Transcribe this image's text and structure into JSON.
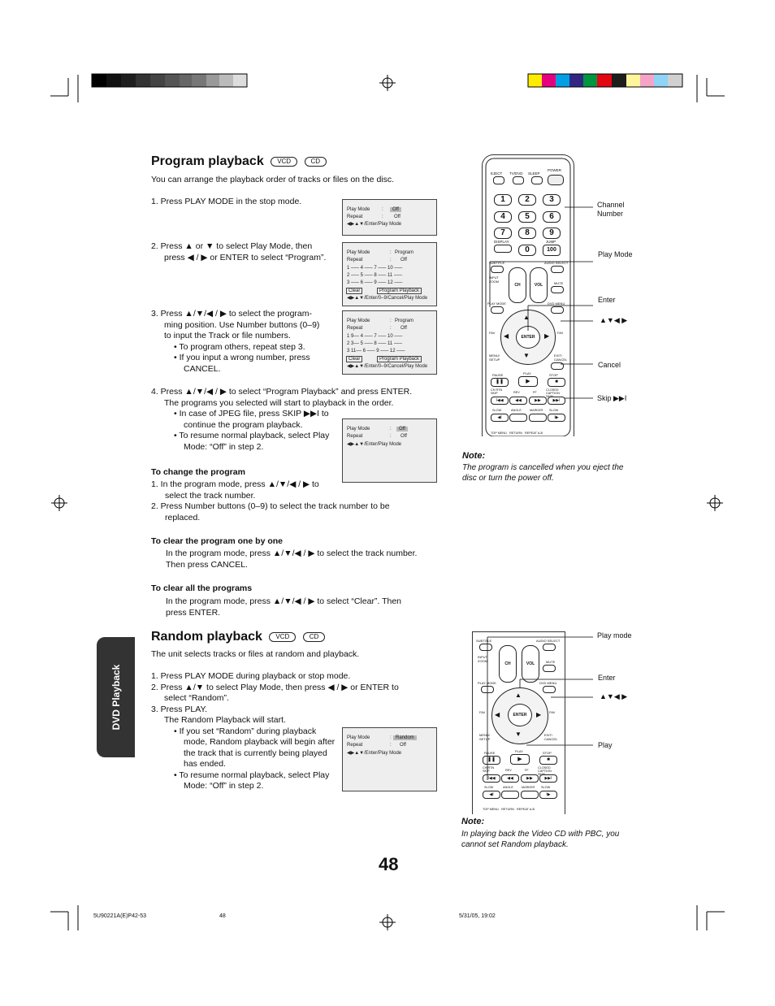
{
  "program": {
    "title": "Program playback",
    "badge_vcd": "VCD",
    "badge_cd": "CD",
    "intro": "You can arrange the playback order of tracks or files on the disc.",
    "step1": "1.  Press PLAY MODE in the stop mode.",
    "step2a": "2.  Press ▲ or ▼ to select Play Mode, then",
    "step2b": "press ◀ / ▶ or ENTER to select “Program”.",
    "step3a": "3.  Press ▲/▼/◀ / ▶ to select the program-",
    "step3b": "ming position. Use Number buttons (0–9)",
    "step3c": "to input the Track or file numbers.",
    "step3_bullet1": "•  To program others, repeat step 3.",
    "step3_bullet2a": "•  If you input a wrong number, press",
    "step3_bullet2b": "CANCEL.",
    "step4a": "4.  Press ▲/▼/◀ / ▶ to select “Program Playback” and press ENTER.",
    "step4b": "The programs you selected will start to playback in the order.",
    "step4_bullet1a": "•  In case of JPEG file, press SKIP ▶▶I to",
    "step4_bullet1b": "continue the program playback.",
    "step4_bullet2a": "•  To resume normal playback, select Play",
    "step4_bullet2b": "Mode: “Off” in step 2."
  },
  "change": {
    "heading": "To change the program",
    "l1a": "1.  In the program mode, press ▲/▼/◀ / ▶ to",
    "l1b": "select the track number.",
    "l2a": "2.  Press Number buttons (0–9) to select the track number to be",
    "l2b": "replaced."
  },
  "clear_one": {
    "heading": "To clear the program one by one",
    "l1": "In the program mode, press ▲/▼/◀ / ▶ to select the track number.",
    "l2": "Then press CANCEL."
  },
  "clear_all": {
    "heading": "To clear all the programs",
    "l1": "In the program mode, press ▲/▼/◀ / ▶ to select “Clear”. Then",
    "l2": "press ENTER."
  },
  "random": {
    "title": "Random playback",
    "badge_vcd": "VCD",
    "badge_cd": "CD",
    "intro": "The unit selects tracks or files at random and playback.",
    "step1": "1.  Press PLAY MODE during playback or stop mode.",
    "step2a": "2.  Press ▲/▼ to select Play Mode, then press ◀ / ▶ or ENTER to",
    "step2b": "select “Random”.",
    "step3a": "3.  Press PLAY.",
    "step3b": "The Random Playback will start.",
    "b1a": "•  If you set “Random” during playback",
    "b1b": "mode, Random playback will begin after",
    "b1c": "the track that is currently being played",
    "b1d": "has ended.",
    "b2a": "•  To resume normal playback, select Play",
    "b2b": "Mode: “Off” in step 2."
  },
  "osd": {
    "play_mode": "Play Mode",
    "repeat": "Repeat",
    "colon": ":",
    "off": "Off",
    "program": "Program",
    "random": "Random",
    "nav1": "◀▶▲▼/Enter/Play Mode",
    "nav2": "◀▶▲▼/Enter/0–9/Cancel/Play Mode",
    "clear": "Clear",
    "program_playback": "Program Playback",
    "grid2": [
      "1 –––  4 –––  7 –––  10 –––",
      "2 –––  5 –––  8 –––  11 –––",
      "3 –––  6 –––  9 –––  12 –––"
    ],
    "grid3": [
      "1  9––  4 –––  7 –––  10 –––",
      "2  3––  5 –––  8 –––  11 –––",
      "3  11––  6 –––  9 –––  12 –––"
    ]
  },
  "callouts1": {
    "channel_a": "Channel",
    "channel_b": "Number",
    "play_mode": "Play Mode",
    "enter": "Enter",
    "arrows": "▲▼◀ ▶",
    "cancel": "Cancel",
    "skip": "Skip ▶▶I"
  },
  "callouts2": {
    "play_mode": "Play mode",
    "enter": "Enter",
    "arrows": "▲▼◀ ▶",
    "play": "Play"
  },
  "note1": {
    "heading": "Note:",
    "l1": "The program is cancelled when you eject the",
    "l2": "disc or turn the power off."
  },
  "note2": {
    "heading": "Note:",
    "l1": "In playing back the Video CD with PBC, you",
    "l2": "cannot set Random playback."
  },
  "remote": {
    "eject": "EJECT",
    "tvdvd": "TV/DVD",
    "sleep": "SLEEP",
    "power": "POWER",
    "display": "DISPLAY",
    "jump": "JUMP",
    "hundred": "100",
    "subtitle": "SUBTITLE",
    "audio_select": "AUDIO SELECT",
    "input_zoom": "INPUT ZOOM",
    "mute": "MUTE",
    "ch": "CH",
    "vol": "VOL",
    "play_mode": "PLAY MODE",
    "dvd_menu": "DVD MENU",
    "fav": "FAV",
    "enter": "ENTER",
    "menu_setup": "MENU/ SETUP",
    "exit_cancel": "EXIT/ CANCEL",
    "pause": "PAUSE",
    "play": "PLAY",
    "stop": "STOP",
    "chrtn_skip": "CH RTN SKIP",
    "rev": "REV",
    "ff": "FF",
    "cc_skip": "CLOSED CAPTION SKIP",
    "slow": "SLOW",
    "angle": "ANGLE",
    "marker": "MARKER",
    "bottom": "TOP MENU   RETURN   REPEAT A-B",
    "digits": [
      "1",
      "2",
      "3",
      "4",
      "5",
      "6",
      "7",
      "8",
      "9",
      "0"
    ]
  },
  "page_number": "48",
  "side_tab": "DVD Playback",
  "footer": {
    "left": "5U90221A(E)P42-53",
    "mid": "48",
    "right": "5/31/05, 19:02"
  }
}
